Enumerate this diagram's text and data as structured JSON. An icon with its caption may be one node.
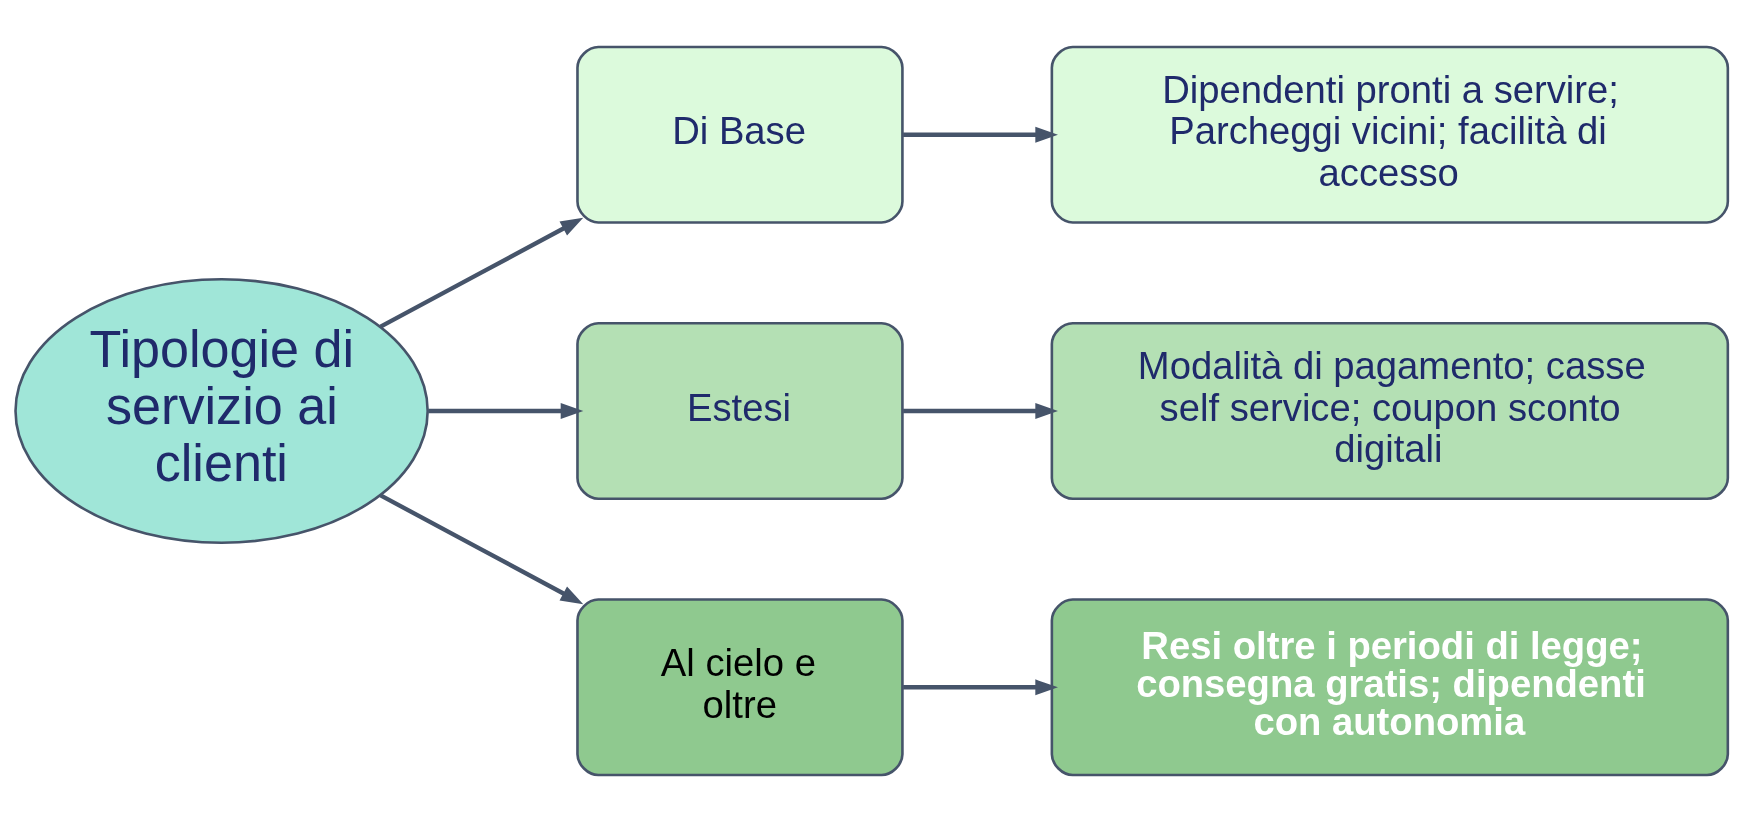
{
  "diagram": {
    "nodes": [
      {
        "text": [
          "Tipologie di servizio ai clienti"
        ]
      },
      {
        "text": [
          "Di Base"
        ]
      },
      {
        "text": [
          "Dipendenti pronti a servire; Parcheggi vicini; facilità di accesso"
        ]
      },
      {
        "text": [
          "Estesi"
        ]
      },
      {
        "text": [
          "Modalità di pagamento; casse self service; coupon sconto digitali"
        ]
      },
      {
        "text": [
          "Al cielo e oltre"
        ]
      },
      {
        "text": [
          "Resi oltre i periodi di legge; consegna gratis; dipendenti con autonomia"
        ]
      }
    ],
    "edges": [
      {
        "from": 0,
        "to": 1,
        "arrow": "to"
      },
      {
        "from": 0,
        "to": 3,
        "arrow": "to"
      },
      {
        "from": 0,
        "to": 5,
        "arrow": "to"
      },
      {
        "from": 1,
        "to": 2,
        "arrow": "to"
      },
      {
        "from": 3,
        "to": 4,
        "arrow": "to"
      },
      {
        "from": 5,
        "to": 6,
        "arrow": "to"
      }
    ]
  }
}
